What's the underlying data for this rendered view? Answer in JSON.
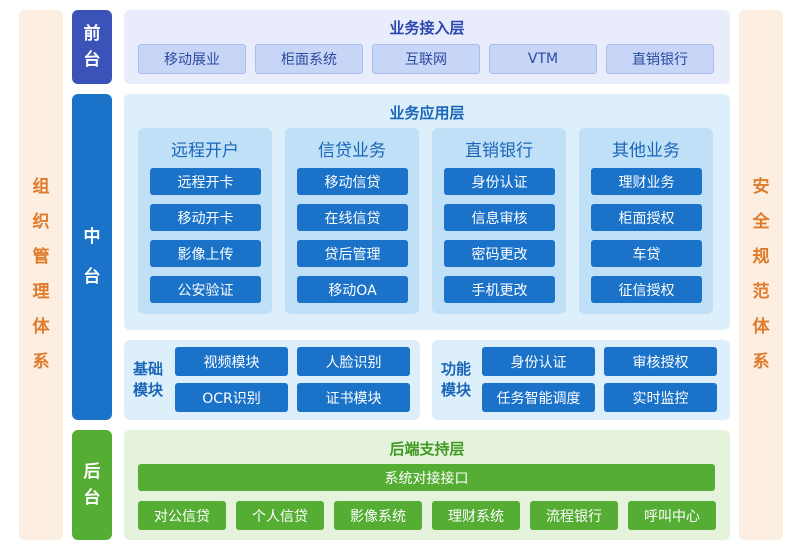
{
  "left_side": {
    "label": [
      "组",
      "织",
      "管",
      "理",
      "体",
      "系"
    ]
  },
  "right_side": {
    "label": [
      "安",
      "全",
      "规",
      "范",
      "体",
      "系"
    ]
  },
  "tiers": {
    "front": {
      "label": [
        "前",
        "台"
      ]
    },
    "middle": {
      "label": [
        "中",
        "台"
      ]
    },
    "back": {
      "label": [
        "后",
        "台"
      ]
    }
  },
  "access_layer": {
    "title": "业务接入层",
    "items": [
      "移动展业",
      "柜面系统",
      "互联网",
      "VTM",
      "直销银行"
    ]
  },
  "application_layer": {
    "title": "业务应用层",
    "groups": [
      {
        "title": "远程开户",
        "items": [
          "远程开卡",
          "移动开卡",
          "影像上传",
          "公安验证"
        ]
      },
      {
        "title": "信贷业务",
        "items": [
          "移动信贷",
          "在线信贷",
          "贷后管理",
          "移动OA"
        ]
      },
      {
        "title": "直销银行",
        "items": [
          "身份认证",
          "信息审核",
          "密码更改",
          "手机更改"
        ]
      },
      {
        "title": "其他业务",
        "items": [
          "理财业务",
          "柜面授权",
          "车贷",
          "征信授权"
        ]
      }
    ]
  },
  "basic_module": {
    "label": [
      "基础",
      "模块"
    ],
    "items": [
      "视频模块",
      "人脸识别",
      "OCR识别",
      "证书模块"
    ]
  },
  "function_module": {
    "label": [
      "功能",
      "模块"
    ],
    "items": [
      "身份认证",
      "审核授权",
      "任务智能调度",
      "实时监控"
    ]
  },
  "backend_layer": {
    "title": "后端支持层",
    "interface": "系统对接接口",
    "items": [
      "对公信贷",
      "个人信贷",
      "影像系统",
      "理财系统",
      "流程银行",
      "呼叫中心"
    ]
  },
  "colors": {
    "side_bg": "#fdeee2",
    "side_text": "#e07b2a",
    "front_tier": "#3b52b8",
    "middle_tier": "#1a72c9",
    "back_tier": "#55ad34",
    "access_bg": "#e9edfb",
    "app_bg": "#ddeffb",
    "back_bg": "#e6f3dc"
  }
}
